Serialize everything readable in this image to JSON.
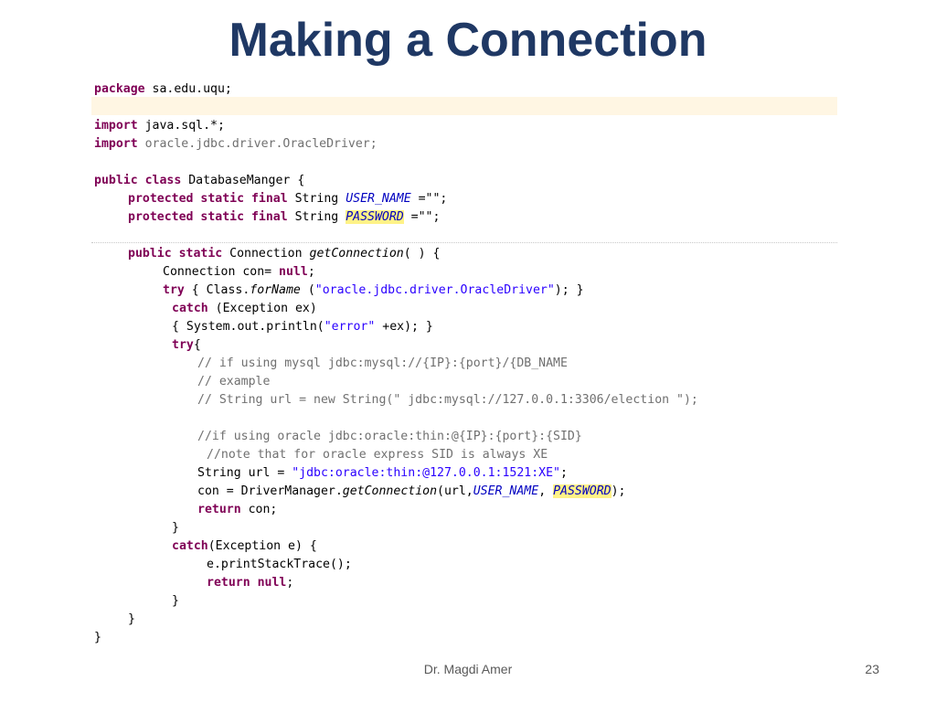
{
  "slide": {
    "title": "Making a Connection",
    "author": "Dr. Magdi Amer",
    "page_number": "23"
  },
  "code": {
    "t": {
      "kw_package": "package",
      "pkg": " sa.edu.uqu;",
      "kw_import": "import",
      "import1": " java.sql.*;",
      "import2": " oracle.jdbc.driver.OracleDriver;",
      "kw_public_class": "public class",
      "class_decl": " DatabaseManger {",
      "kw_psf": "protected static final",
      "type_string": " String ",
      "user_name": "USER_NAME",
      "assign_empty": " =\"\";",
      "password": "PASSWORD",
      "kw_public_static": "public static",
      "conn_type": " Connection ",
      "get_connection": "getConnection",
      "method_sig_end": "( ) {",
      "conn_decl": "Connection con= ",
      "null_kw": "null",
      "semicolon": ";",
      "try_kw": "try",
      "class_for_name_pre": " { Class.",
      "for_name": "forName",
      "paren_open": " (",
      "driver_str": "\"oracle.jdbc.driver.OracleDriver\"",
      "paren_close_brace": "); }",
      "catch_kw": "catch",
      "catch_ex": " (Exception ex)",
      "print_pre": "{ System.out.println(",
      "error_str": "\"error\"",
      "print_post": " +ex); }",
      "try_open": "{",
      "comment1": "// if using mysql jdbc:mysql://{IP}:{port}/{DB_NAME",
      "comment2": "// example",
      "comment3": "// String url = new String(\" jdbc:mysql://127.0.0.1:3306/election \");",
      "comment4": "//if using oracle jdbc:oracle:thin:@{IP}:{port}:{SID}",
      "comment5": "//note that for oracle express SID is always XE",
      "url_decl": "String url = ",
      "url_str": "\"jdbc:oracle:thin:@127.0.0.1:1521:XE\"",
      "con_assign": "con = DriverManager.",
      "get_conn_args": "(url,",
      "comma_space": ", ",
      "close_paren_semi": ");",
      "return_kw": "return",
      "return_con": " con;",
      "close_brace": "}",
      "catch_e": "(Exception e) {",
      "print_stack": "e.printStackTrace();",
      "space": " "
    }
  }
}
